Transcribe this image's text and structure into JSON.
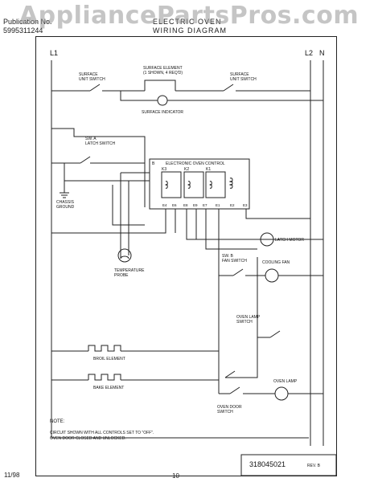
{
  "watermark": "AppliancePartsPros.com",
  "header": {
    "pub_label": "Publication No.",
    "pub_number": "5995311244",
    "title_line1": "ELECTRIC OVEN",
    "title_line2": "WIRING DIAGRAM"
  },
  "lines": {
    "l1": "L1",
    "l2": "L2",
    "n": "N"
  },
  "labels": {
    "surface_unit_switch_left": "SURFACE\nUNIT SWITCH",
    "surface_element": "SURFACE ELEMENT\n(1 SHOWN, 4 REQ'D)",
    "surface_unit_switch_right": "SURFACE\nUNIT SWITCH",
    "surface_indicator": "SURFACE INDICATOR",
    "latch_switch": "SW. A\nLATCH SWITCH",
    "electronic_oven_control": "ELECTRONIC OVEN CONTROL",
    "chassis_ground": "CHASSIS\nGROUND",
    "temperature_probe": "TEMPERATURE\nPROBE",
    "latch_motor": "LATCH MOTOR",
    "fan_switch": "SW. B\nFAN SWITCH",
    "cooling_fan": "COOLING FAN",
    "oven_lamp_switch": "OVEN LAMP\nSWITCH",
    "oven_lamp": "OVEN LAMP",
    "oven_door_switch": "OVEN DOOR\nSWITCH",
    "broil_element": "BROIL ELEMENT",
    "bake_element": "BAKE ELEMENT",
    "relay_k3": "K3",
    "relay_k2": "K2",
    "relay_k1": "K1",
    "terminal_b": "B",
    "terminals": [
      "E4",
      "E6",
      "E8",
      "E9",
      "E7",
      "E1",
      "E2",
      "E3"
    ]
  },
  "note": {
    "title": "NOTE:",
    "text_line1": "CIRCUIT SHOWN WITH ALL CONTROLS SET TO \"OFF\".",
    "text_line2": "OVEN DOOR CLOSED AND UNLOCKED."
  },
  "footer": {
    "date": "11/98",
    "page": "10",
    "part_number": "318045021",
    "rev": "REV. B"
  }
}
